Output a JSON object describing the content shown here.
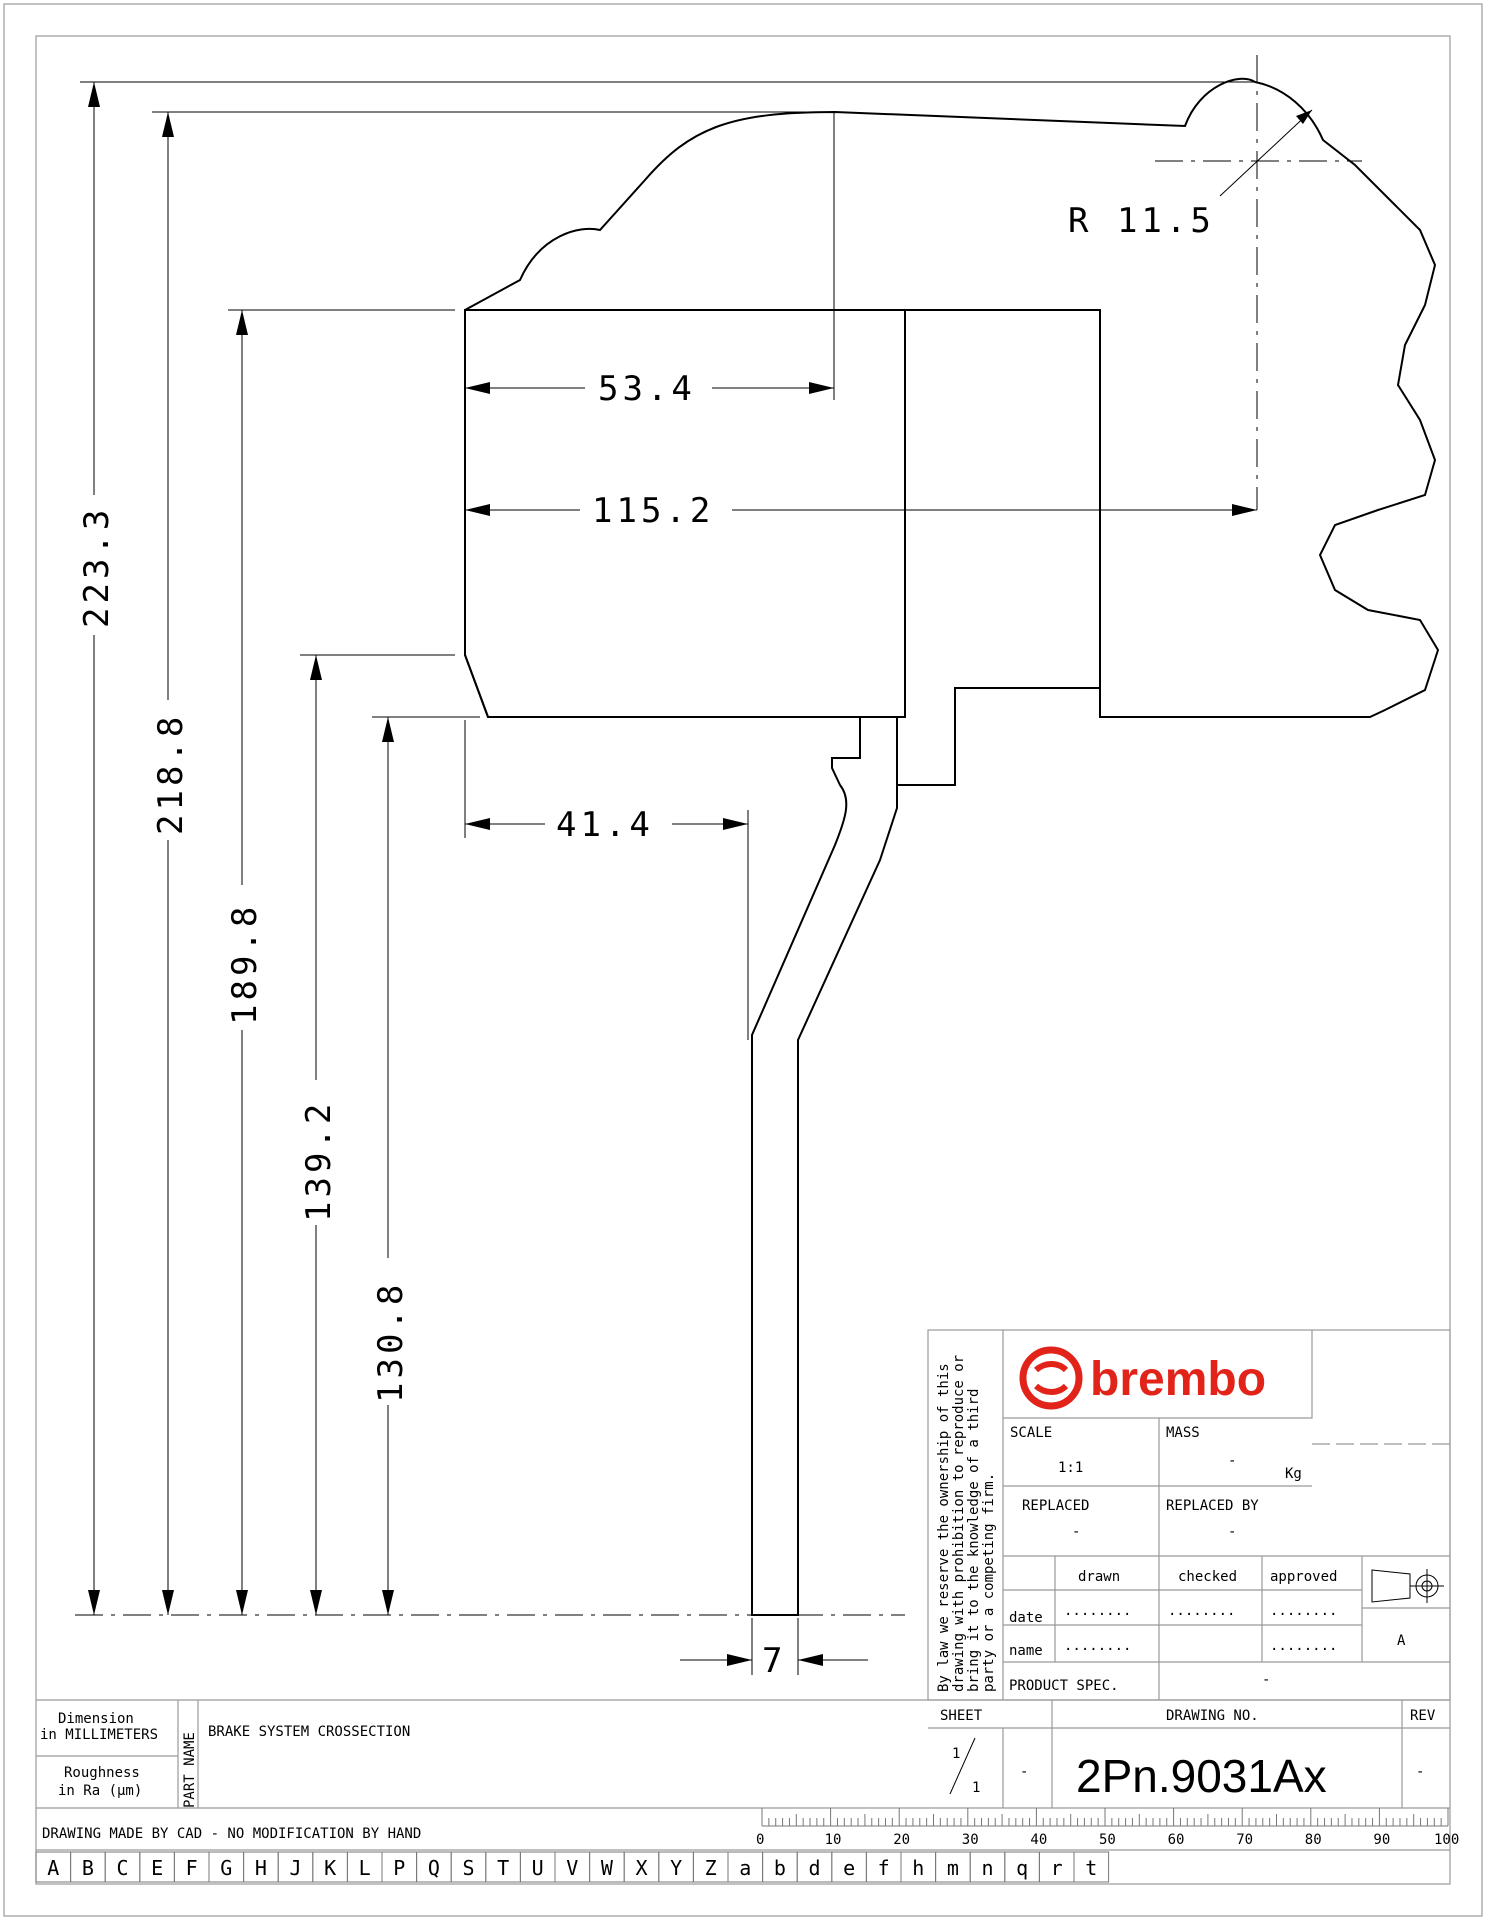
{
  "dimensions": {
    "d_223_3": "223.3",
    "d_218_8": "218.8",
    "d_189_8": "189.8",
    "d_139_2": "139.2",
    "d_130_8": "130.8",
    "d_53_4": "53.4",
    "d_115_2": "115.2",
    "d_41_4": "41.4",
    "d_7": "7",
    "radius": "R 11.5"
  },
  "title_block": {
    "brand": "brembo",
    "ownership_notice": [
      "By law we reserve the ownership of this",
      "drawing with prohibition to reproduce or",
      "bring it to the knowledge of a third",
      "party or a competing firm."
    ],
    "scale_label": "SCALE",
    "scale_value": "1:1",
    "mass_label": "MASS",
    "mass_value": "-",
    "mass_unit": "Kg",
    "replaced_label": "REPLACED",
    "replaced_value": "-",
    "replaced_by_label": "REPLACED BY",
    "replaced_by_value": "-",
    "col_drawn": "drawn",
    "col_checked": "checked",
    "col_approved": "approved",
    "row_date": "date",
    "row_name": "name",
    "dots": "........",
    "revision_mark": "A",
    "product_spec_label": "PRODUCT SPEC.",
    "product_spec_value": "-",
    "sheet_label": "SHEET",
    "sheet_num": "1",
    "sheet_total": "1",
    "sheet_dash": "-",
    "drawing_no_label": "DRAWING NO.",
    "drawing_no": "2Pn.9031Ax",
    "rev_label": "REV",
    "rev_value": "-"
  },
  "bottom_block": {
    "dimension_line1": "Dimension",
    "dimension_line2": "in MILLIMETERS",
    "roughness_line1": "Roughness",
    "roughness_line2": "in Ra (µm)",
    "part_name_label": "PART NAME",
    "part_name": "BRAKE SYSTEM CROSSECTION",
    "cad_note": "DRAWING MADE BY CAD - NO MODIFICATION BY HAND"
  },
  "ruler": {
    "labels": [
      "0",
      "10",
      "20",
      "30",
      "40",
      "50",
      "60",
      "70",
      "80",
      "90",
      "100"
    ]
  },
  "grid_letters": [
    "A",
    "B",
    "C",
    "E",
    "F",
    "G",
    "H",
    "J",
    "K",
    "L",
    "P",
    "Q",
    "S",
    "T",
    "U",
    "V",
    "W",
    "X",
    "Y",
    "Z",
    "a",
    "b",
    "d",
    "e",
    "f",
    "h",
    "m",
    "n",
    "q",
    "r",
    "t"
  ],
  "colors": {
    "brand_red": "#e2231a",
    "line": "#000000"
  }
}
